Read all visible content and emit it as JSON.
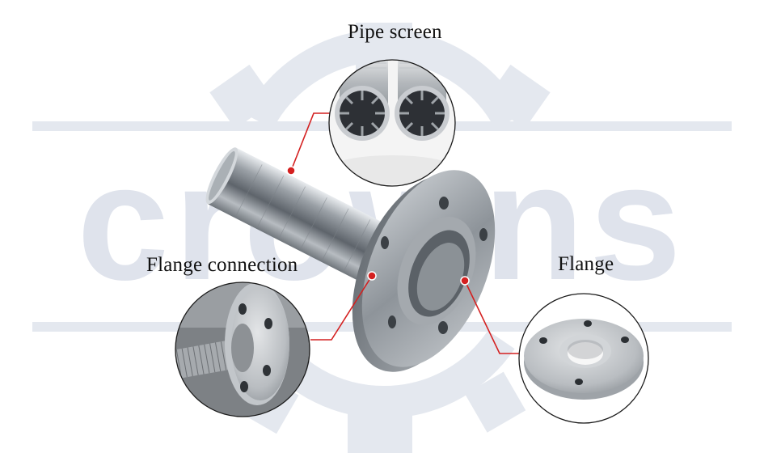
{
  "callouts": {
    "pipe_screen": "Pipe screen",
    "flange_connection": "Flange connection",
    "flange": "Flange"
  },
  "watermark": {
    "text": "crowns",
    "color": "#dfe3ec"
  },
  "colors": {
    "leader_line": "#d42020",
    "callout_ring": "#1a1a1a",
    "label_text": "#111111"
  }
}
